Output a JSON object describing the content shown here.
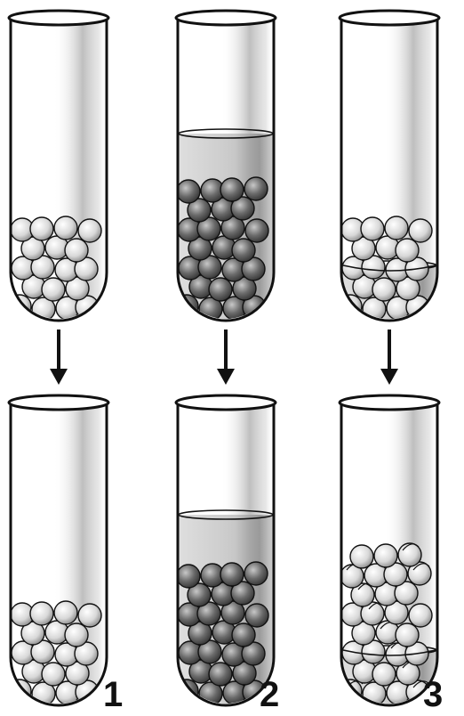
{
  "figure": {
    "tube_labels": [
      "1",
      "2",
      "3"
    ],
    "columns": [
      {
        "label": "1",
        "before": {
          "liquid": "none",
          "seeds": "dry"
        },
        "after": {
          "liquid": "none",
          "seeds": "dry"
        }
      },
      {
        "label": "2",
        "before": {
          "liquid": "full",
          "seeds": "submerged"
        },
        "after": {
          "liquid": "full",
          "seeds": "submerged"
        }
      },
      {
        "label": "3",
        "before": {
          "liquid": "shallow",
          "seeds": "moist"
        },
        "after": {
          "liquid": "shallow",
          "seeds": "germinated"
        }
      }
    ],
    "colors": {
      "outline": "#111111",
      "glass_shade": "#9a9a9a",
      "liquid": "#b0b0b0",
      "seed_light": "#e6e6e6",
      "seed_dark": "#5e5e5e",
      "sprout": "#f2f2f2"
    }
  }
}
